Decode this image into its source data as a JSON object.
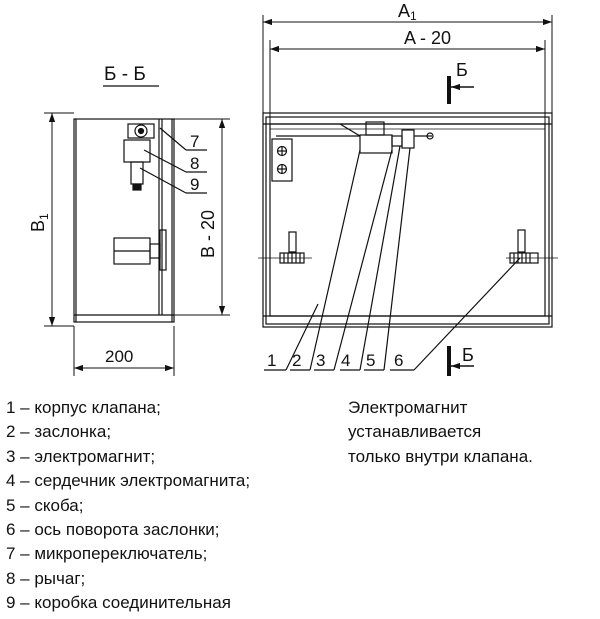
{
  "section": {
    "title": "Б - Б",
    "dim_height": "B",
    "dim_height_sub": "1",
    "dim_inner": "B - 20",
    "dim_width": "200",
    "callouts": [
      "7",
      "8",
      "9"
    ]
  },
  "front": {
    "dim_outer": "A",
    "dim_outer_sub": "1",
    "dim_inner": "A - 20",
    "cut_top": "Б",
    "cut_bottom": "Б",
    "callouts": [
      "1",
      "2",
      "3",
      "4",
      "5",
      "6"
    ]
  },
  "legend": [
    "1 – корпус клапана;",
    "2 – заслонка;",
    "3 – электромагнит;",
    "4 – сердечник электромагнита;",
    "5 – скоба;",
    "6 – ось поворота заслонки;",
    "7 – микропереключатель;",
    "8 – рычаг;",
    "9 – коробка соединительная"
  ],
  "note": [
    "Электромагнит",
    "устанавливается",
    "только внутри клапана."
  ]
}
